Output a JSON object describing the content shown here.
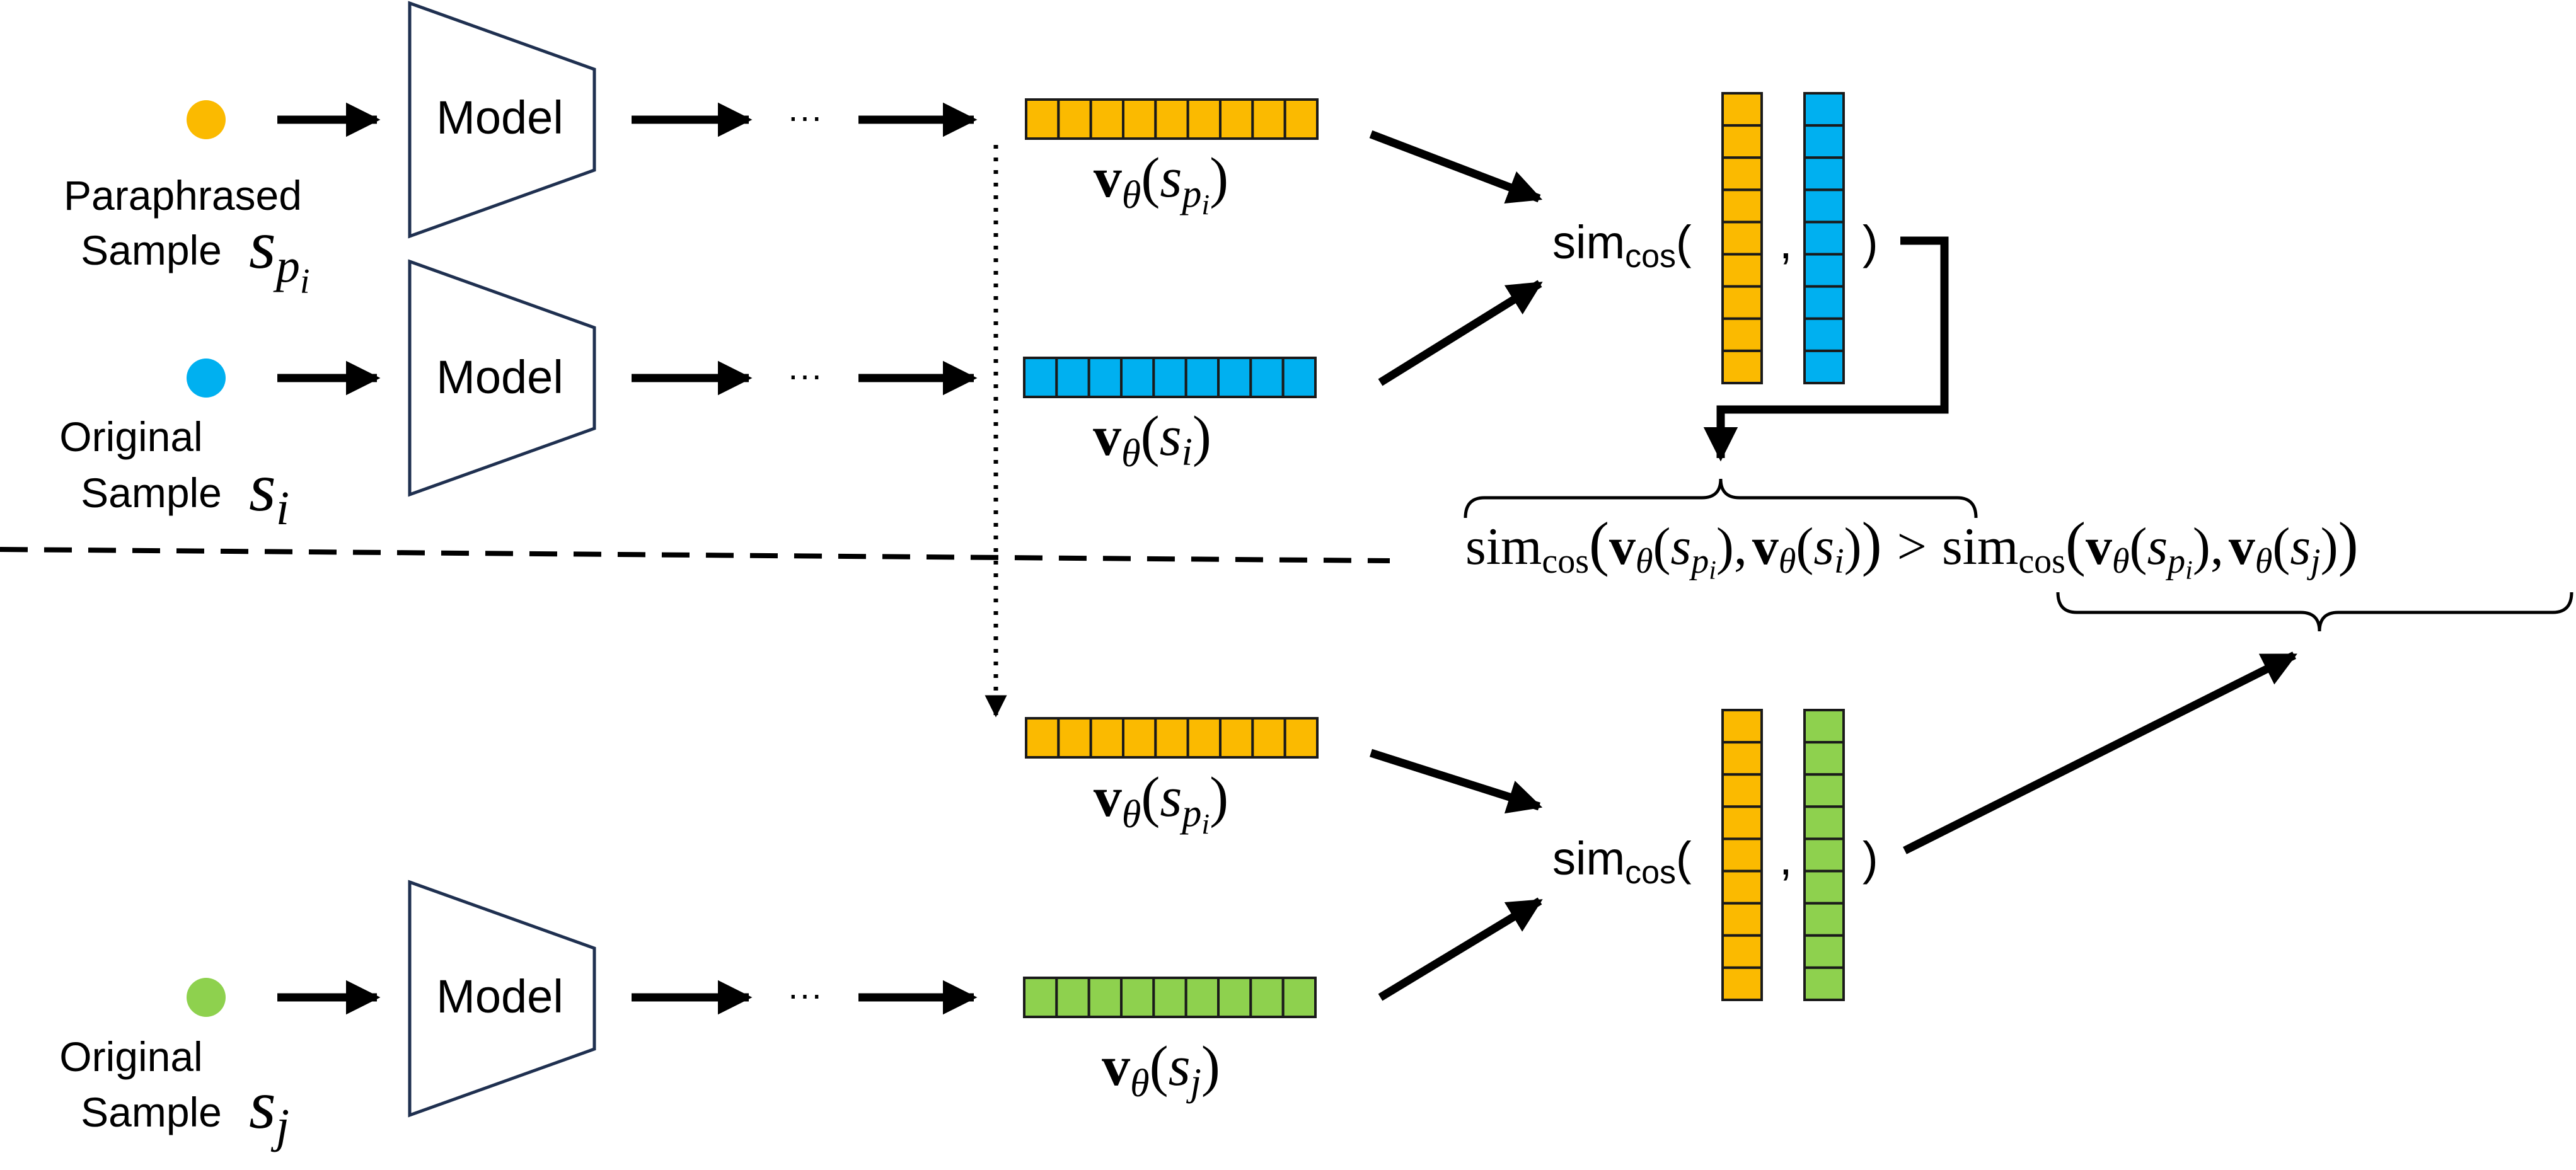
{
  "colors": {
    "paraphrased": "#FBBA00",
    "original": "#00B0F0",
    "original_j": "#8ED14E",
    "model_stroke": "#1F3050",
    "arrow": "#000000"
  },
  "vector_cells": 9,
  "rows": {
    "paraphrased": {
      "label_line1": "Paraphrased",
      "label_line2": "Sample",
      "symbol": "s",
      "subscript": "p",
      "sub_subscript": "i",
      "model_label": "Model",
      "ellipsis": "···"
    },
    "original_i": {
      "label_line1": "Original",
      "label_line2": "Sample",
      "symbol": "s",
      "subscript": "i",
      "model_label": "Model",
      "ellipsis": "···"
    },
    "original_j": {
      "label_line1": "Original",
      "label_line2": "Sample",
      "symbol": "s",
      "subscript": "j",
      "model_label": "Model",
      "ellipsis": "···"
    }
  },
  "vector_labels": {
    "v_pi_top": {
      "v": "v",
      "theta": "θ",
      "open": "(",
      "s": "s",
      "sub": "p",
      "subsub": "i",
      "close": ")"
    },
    "v_i": {
      "v": "v",
      "theta": "θ",
      "open": "(",
      "s": "s",
      "sub": "i",
      "close": ")"
    },
    "v_pi_bottom": {
      "v": "v",
      "theta": "θ",
      "open": "(",
      "s": "s",
      "sub": "p",
      "subsub": "i",
      "close": ")"
    },
    "v_j": {
      "v": "v",
      "theta": "θ",
      "open": "(",
      "s": "s",
      "sub": "j",
      "close": ")"
    }
  },
  "similarity": {
    "name": "sim",
    "sub": "cos",
    "open": "(",
    "comma": ",",
    "close": ")"
  },
  "inequality": {
    "lhs_sim": "sim",
    "lhs_sub": "cos",
    "lhs_args": "(v",
    "theta": "θ",
    "s": "s",
    "p": "p",
    "i": "i",
    "j": "j",
    "gt": ">",
    "comma": ",",
    "open": "(",
    "close": ")"
  }
}
